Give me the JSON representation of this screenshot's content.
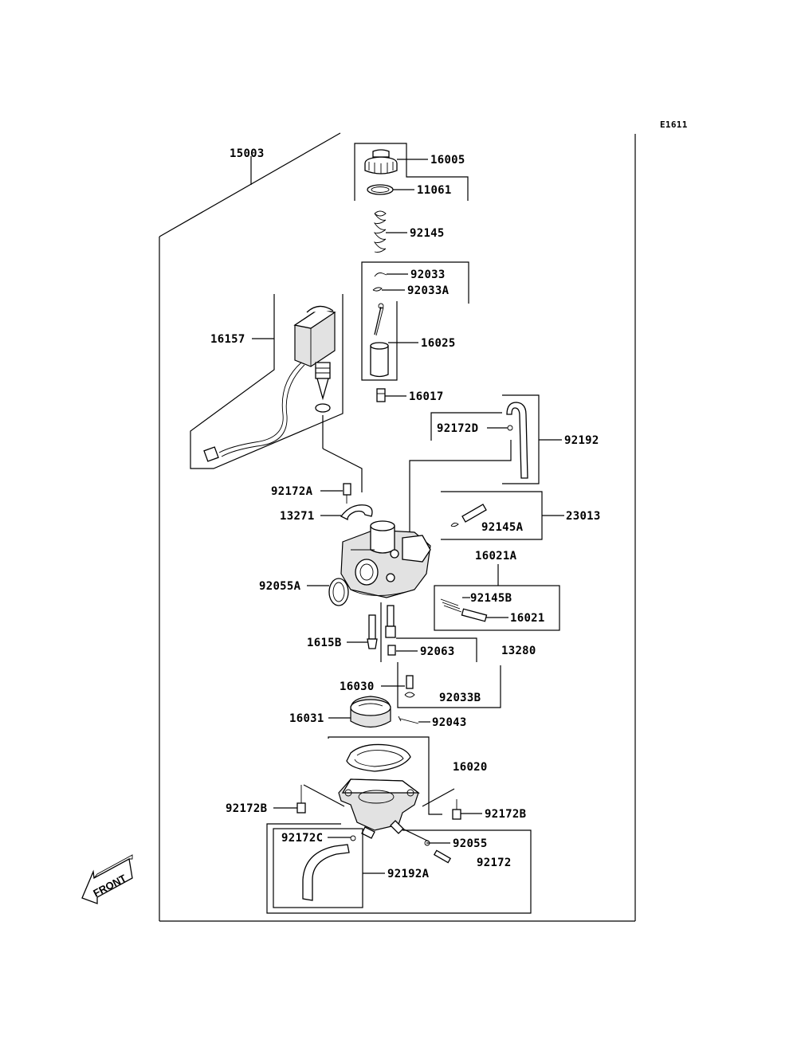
{
  "diagram": {
    "code": "E1611",
    "front_label": "FRONT",
    "labels": {
      "p15003": "15003",
      "p16005": "16005",
      "p11061": "11061",
      "p92145": "92145",
      "p92033": "92033",
      "p92033A": "92033A",
      "p16025": "16025",
      "p16157": "16157",
      "p16017": "16017",
      "p92172D": "92172D",
      "p92192": "92192",
      "p92172A": "92172A",
      "p13271": "13271",
      "p23013": "23013",
      "p92145A": "92145A",
      "p16021A": "16021A",
      "p92055A": "92055A",
      "p92145B": "92145B",
      "p16021": "16021",
      "p1615B": "1615B",
      "p92063": "92063",
      "p13280": "13280",
      "p16030": "16030",
      "p92033B": "92033B",
      "p16031": "16031",
      "p92043": "92043",
      "p16020": "16020",
      "p92172B_left": "92172B",
      "p92172B_right": "92172B",
      "p92172C": "92172C",
      "p92055": "92055",
      "p92172": "92172",
      "p92192A": "92192A"
    }
  }
}
